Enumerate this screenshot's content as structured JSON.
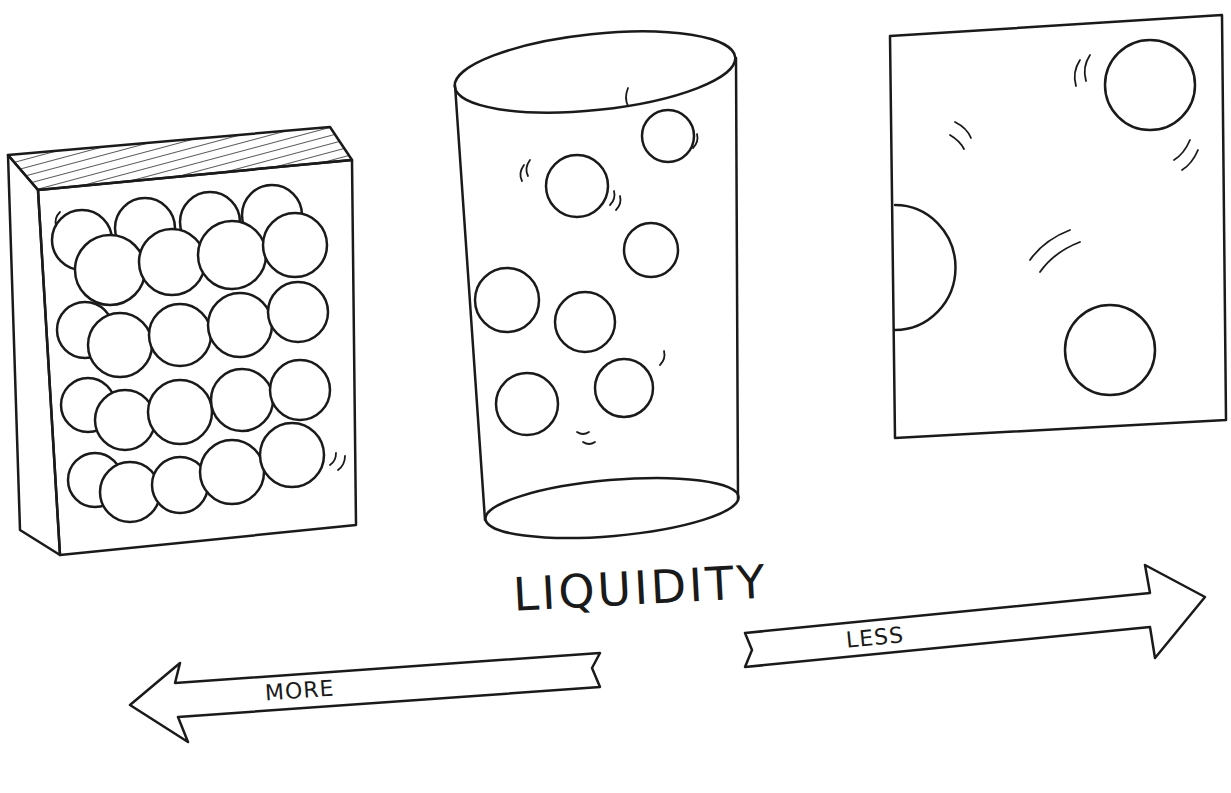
{
  "diagram": {
    "labels": [
      "LIQUIDITY",
      "MORE",
      "LESS"
    ]
  }
}
